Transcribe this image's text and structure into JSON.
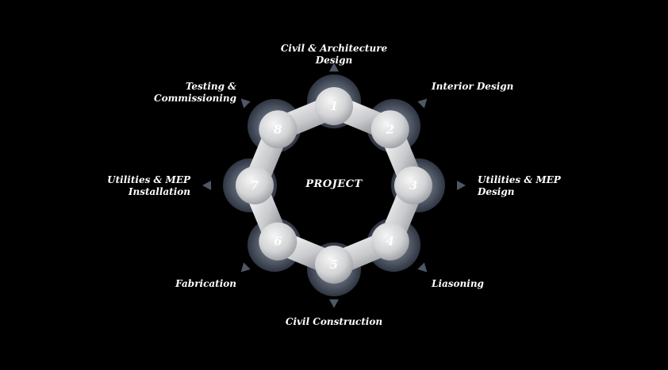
{
  "center_label": "PROJECT",
  "stages": [
    {
      "number": "1",
      "label_lines": [
        "Civil & Architecture",
        "Design"
      ]
    },
    {
      "number": "2",
      "label_lines": [
        "Interior Design"
      ]
    },
    {
      "number": "3",
      "label_lines": [
        "Utilities & MEP",
        "Design"
      ]
    },
    {
      "number": "4",
      "label_lines": [
        "Liasoning"
      ]
    },
    {
      "number": "5",
      "label_lines": [
        "Civil Construction"
      ]
    },
    {
      "number": "6",
      "label_lines": [
        "Fabrication"
      ]
    },
    {
      "number": "7",
      "label_lines": [
        "Utilities & MEP",
        "Installation"
      ]
    },
    {
      "number": "8",
      "label_lines": [
        "Testing &",
        "Commissioning"
      ]
    }
  ],
  "colors": {
    "background": "#000000",
    "ring_light": "#f2f2f2",
    "ring_dark": "#8a8d93",
    "outer_ring": "#5a6270",
    "arrow": "#4e5766",
    "text": "#ffffff"
  }
}
